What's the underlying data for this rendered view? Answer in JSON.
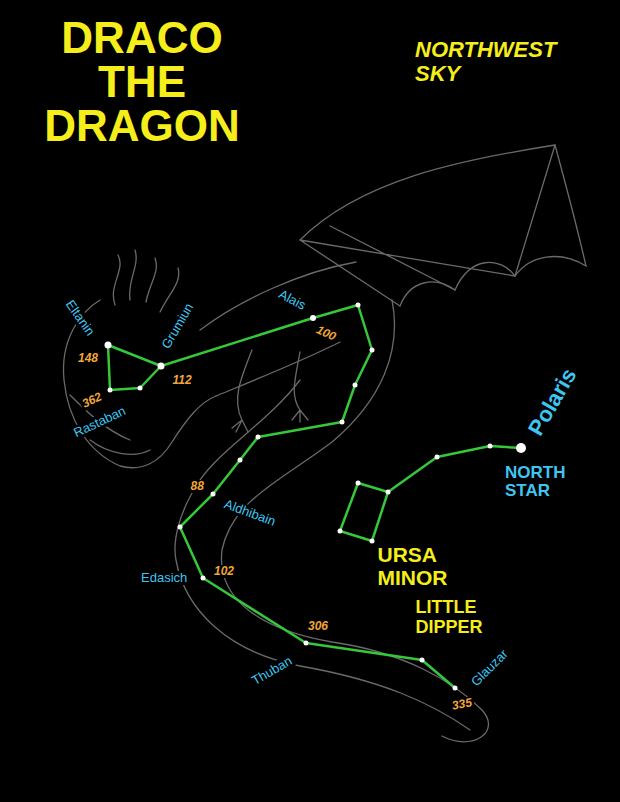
{
  "diagram": {
    "title": "DRACO THE DRAGON",
    "labels": [
      "NORTHWEST SKY",
      "Eltanin",
      "148",
      "Grumiun",
      "112",
      "Alais",
      "100",
      "362",
      "Rastaban",
      "88",
      "Aldhibain",
      "Edasich",
      "102",
      "306",
      "Thuban",
      "335",
      "Glauzar",
      "Polaris",
      "NORTH STAR",
      "URSA MINOR",
      "LITTLE DIPPER"
    ]
  }
}
